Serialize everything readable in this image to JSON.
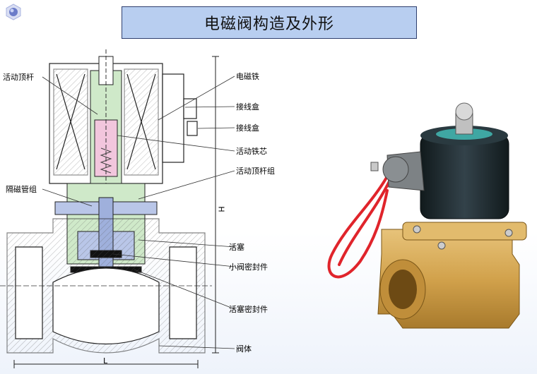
{
  "title": "电磁阀构造及外形",
  "labels": {
    "left_top": "活动顶杆",
    "left_mid": "隔磁管组",
    "coil_iron": "电磁铁",
    "junction_box_1": "接线盒",
    "junction_box_2": "接线盒",
    "moving_core": "活动铁芯",
    "push_rod_group": "活动顶杆组",
    "piston": "活塞",
    "small_valve_seal": "小阀密封件",
    "piston_seal": "活塞密封件",
    "valve_body": "阀体",
    "dim_H": "H",
    "dim_L": "L"
  },
  "colors": {
    "title_bg": "#b8cef0",
    "core_pink": "#f2c6dd",
    "tube_green": "#cfe9c9",
    "piston_blue": "#b9c6e8",
    "brass": "#d2a24c",
    "coil_dark": "#1f2a2c"
  }
}
